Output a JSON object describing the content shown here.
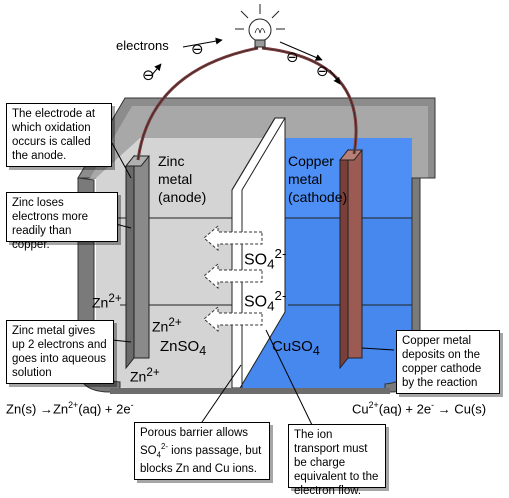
{
  "labels": {
    "electrons": "electrons",
    "zinc_metal": [
      "Zinc",
      "metal",
      "(anode)"
    ],
    "copper_metal": [
      "Copper",
      "metal",
      "(cathode)"
    ],
    "zn_ion_base": "Zn",
    "zn_ion_charge": "2+",
    "so4_base": "SO",
    "so4_sub": "4",
    "so4_charge": "2-",
    "znso4_base": "ZnSO",
    "znso4_sub": "4",
    "cuso4_base": "CuSO",
    "cuso4_sub": "4"
  },
  "equations": {
    "left": {
      "a": "Zn(s) ",
      "arrow": "→",
      "b": "Zn",
      "charge": "2+",
      "c": "(aq) + 2e",
      "e": "-"
    },
    "right": {
      "a": "Cu",
      "charge": "2+",
      "b": "(aq) + 2e",
      "e": "-",
      "arrow": "→",
      "c": " Cu(s)"
    }
  },
  "callouts": {
    "oxidation": "The electrode at which oxidation occurs is called the anode.",
    "zinc_loses": "Zinc loses electrons more readily than copper.",
    "zinc_gives": "Zinc metal gives up 2 electrons and goes into aqueous solution",
    "copper_deposits": "Copper metal deposits on the copper cathode by the reaction",
    "porous_a": "Porous barrier allows",
    "porous_b": " ions passage, but blocks Zn and Cu ions.",
    "ion_transport": "The ion transport must be charge equivalent to the electron flow."
  },
  "electron_symbol": "⊖",
  "colors": {
    "zinc_solution": "#d4d4d4",
    "copper_solution": "#4d8ff5",
    "zinc_electrode": "#8a8a8a",
    "copper_electrode": "#9b5a52",
    "container": "#7a7a7a",
    "wire": "#7a3b3b"
  }
}
